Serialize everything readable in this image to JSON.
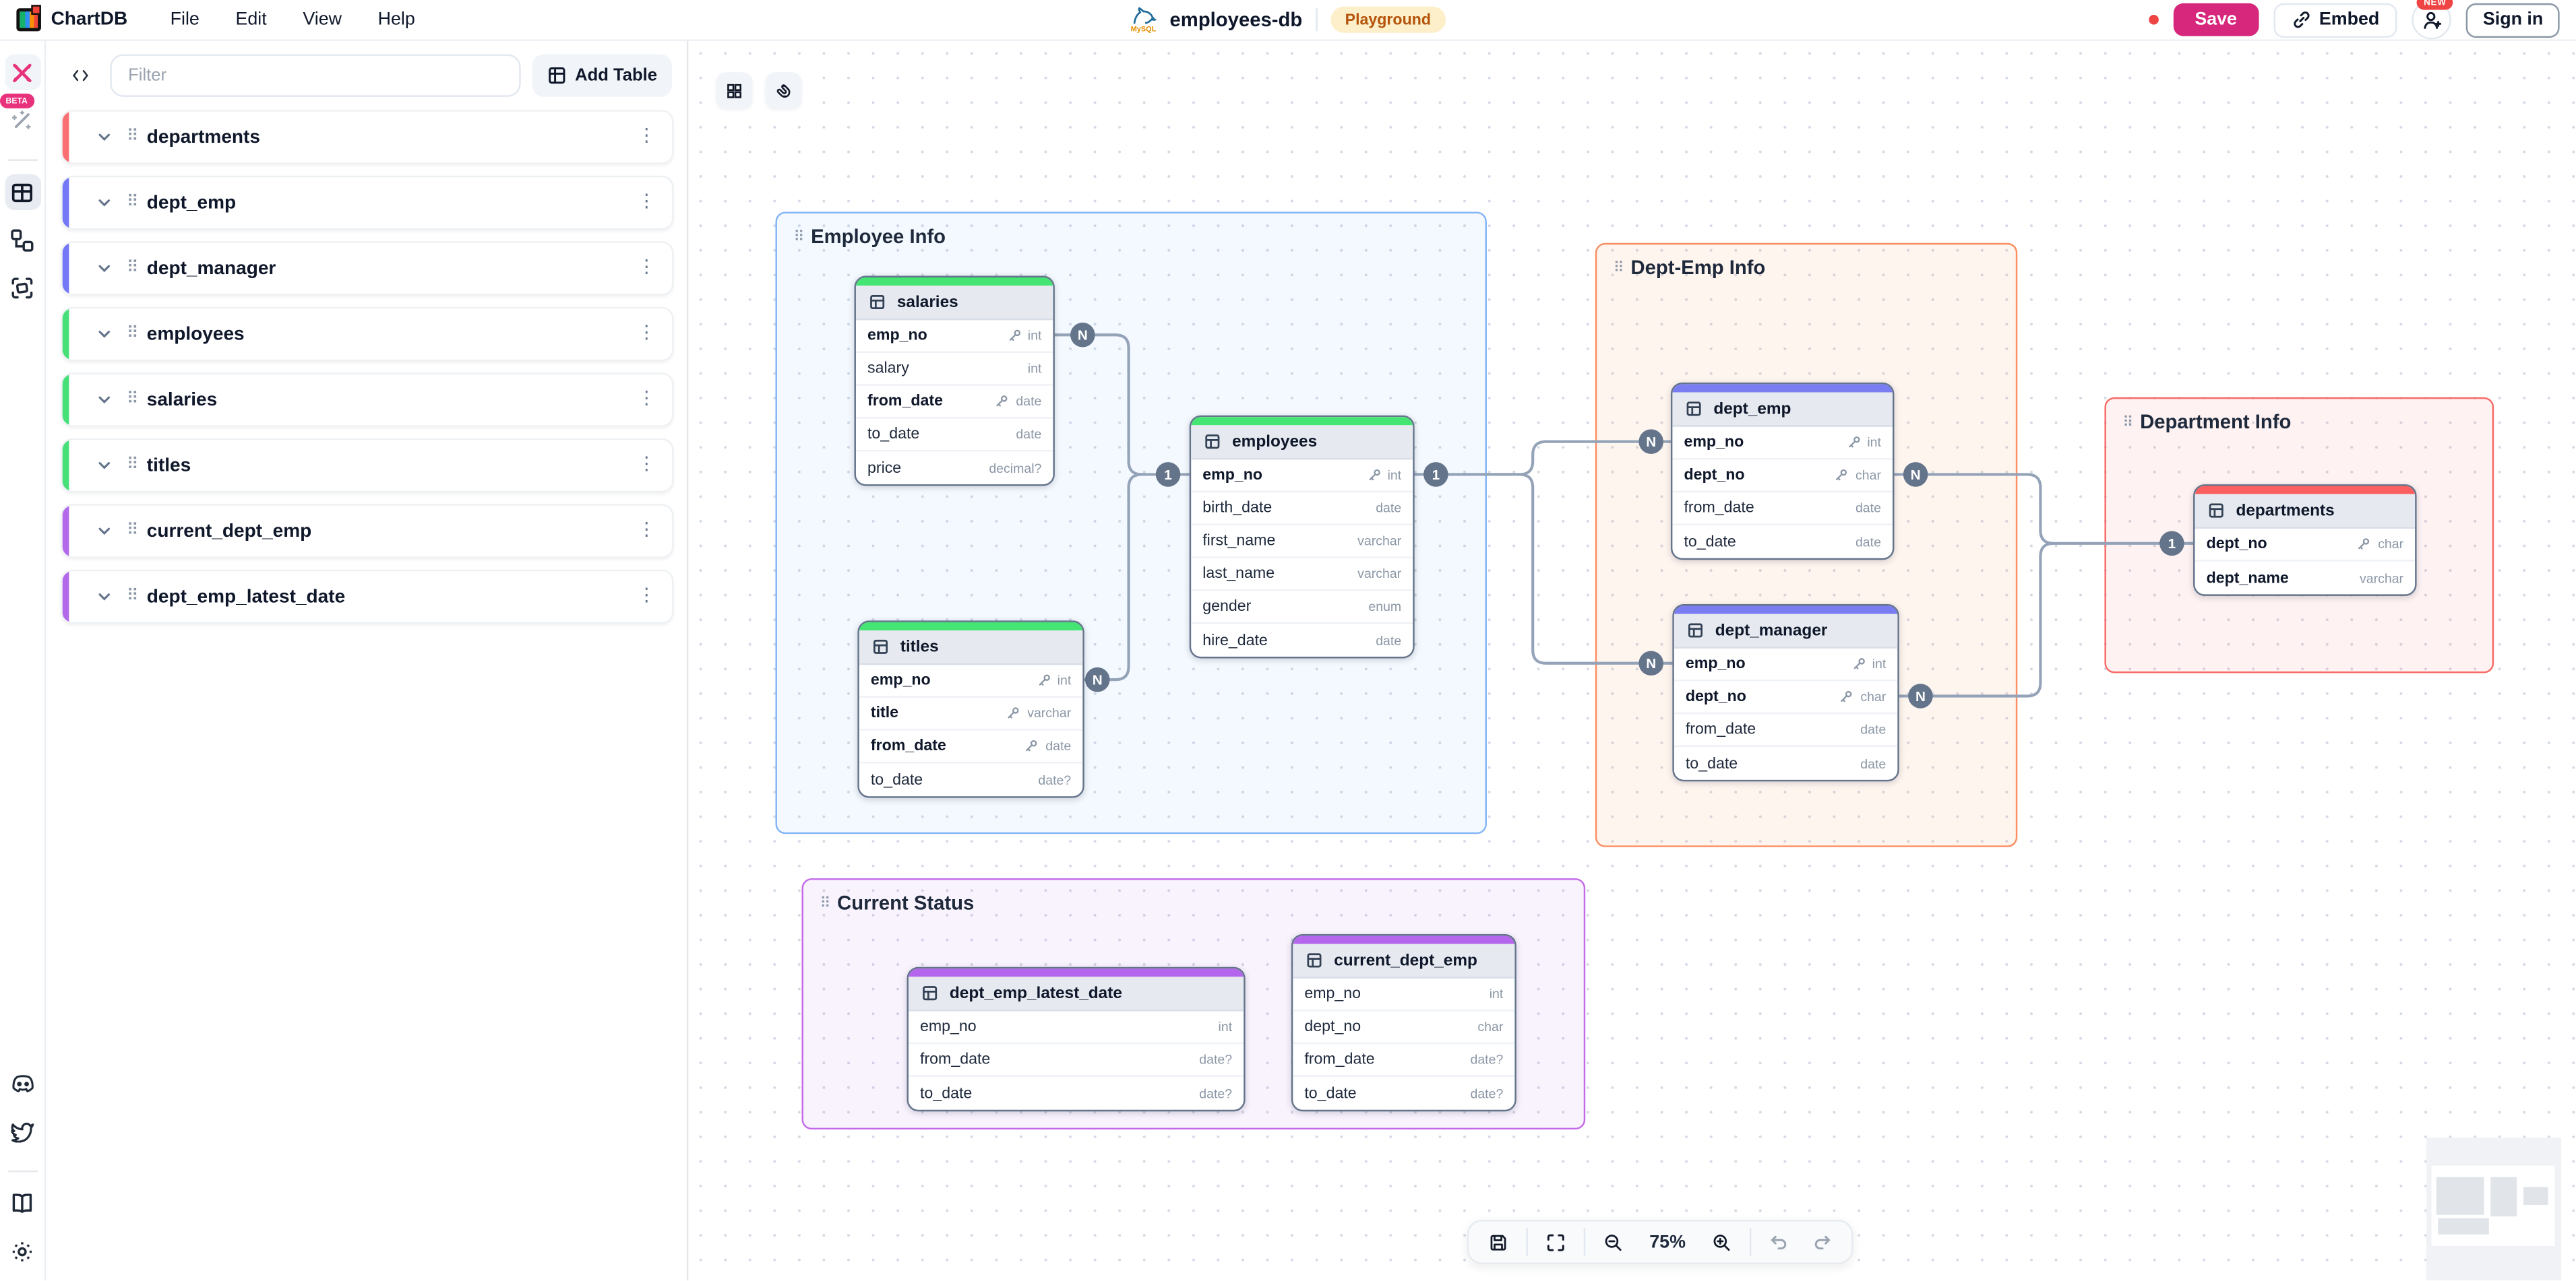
{
  "topbar": {
    "app_name": "ChartDB",
    "menus": [
      "File",
      "Edit",
      "View",
      "Help"
    ],
    "db_logo_text": "MySQL",
    "diagram_name": "employees-db",
    "environment_badge": "Playground",
    "save_label": "Save",
    "embed_label": "Embed",
    "new_badge": "NEW",
    "sign_in_label": "Sign in"
  },
  "sidebar": {
    "beta_badge": "BETA",
    "filter_placeholder": "Filter",
    "add_table_label": "Add Table",
    "tables": [
      {
        "name": "departments",
        "accent": "#fb6f72"
      },
      {
        "name": "dept_emp",
        "accent": "#7578f6"
      },
      {
        "name": "dept_manager",
        "accent": "#7578f6"
      },
      {
        "name": "employees",
        "accent": "#47df77"
      },
      {
        "name": "salaries",
        "accent": "#47df77"
      },
      {
        "name": "titles",
        "accent": "#47df77"
      },
      {
        "name": "current_dept_emp",
        "accent": "#b269ea"
      },
      {
        "name": "dept_emp_latest_date",
        "accent": "#b269ea"
      }
    ]
  },
  "canvas": {
    "cardinality": {
      "one": "1",
      "many": "N"
    },
    "areas": [
      {
        "name": "Employee Info",
        "border": "#82b4f7",
        "fill": "rgba(96,165,250,0.07)"
      },
      {
        "name": "Dept-Emp Info",
        "border": "#fb8e62",
        "fill": "rgba(249,115,22,0.07)"
      },
      {
        "name": "Department Info",
        "border": "#f86a66",
        "fill": "rgba(239,68,68,0.07)"
      },
      {
        "name": "Current Status",
        "border": "#c36ae8",
        "fill": "rgba(168,85,247,0.07)"
      }
    ],
    "tables": [
      {
        "id": "salaries",
        "name": "salaries",
        "color": "#45e574",
        "columns": [
          {
            "name": "emp_no",
            "type": "int",
            "key": true,
            "strong": true
          },
          {
            "name": "salary",
            "type": "int"
          },
          {
            "name": "from_date",
            "type": "date",
            "key": true,
            "strong": true
          },
          {
            "name": "to_date",
            "type": "date"
          },
          {
            "name": "price",
            "type": "decimal?"
          }
        ]
      },
      {
        "id": "employees",
        "name": "employees",
        "color": "#45e574",
        "columns": [
          {
            "name": "emp_no",
            "type": "int",
            "key": true,
            "strong": true
          },
          {
            "name": "birth_date",
            "type": "date"
          },
          {
            "name": "first_name",
            "type": "varchar"
          },
          {
            "name": "last_name",
            "type": "varchar"
          },
          {
            "name": "gender",
            "type": "enum"
          },
          {
            "name": "hire_date",
            "type": "date"
          }
        ]
      },
      {
        "id": "titles",
        "name": "titles",
        "color": "#45e574",
        "columns": [
          {
            "name": "emp_no",
            "type": "int",
            "key": true,
            "strong": true
          },
          {
            "name": "title",
            "type": "varchar",
            "key": true,
            "strong": true
          },
          {
            "name": "from_date",
            "type": "date",
            "key": true,
            "strong": true
          },
          {
            "name": "to_date",
            "type": "date?"
          }
        ]
      },
      {
        "id": "dept_emp",
        "name": "dept_emp",
        "color": "#7a7df2",
        "columns": [
          {
            "name": "emp_no",
            "type": "int",
            "key": true,
            "strong": true
          },
          {
            "name": "dept_no",
            "type": "char",
            "key": true,
            "strong": true
          },
          {
            "name": "from_date",
            "type": "date"
          },
          {
            "name": "to_date",
            "type": "date"
          }
        ]
      },
      {
        "id": "dept_manager",
        "name": "dept_manager",
        "color": "#7a7df2",
        "columns": [
          {
            "name": "emp_no",
            "type": "int",
            "key": true,
            "strong": true
          },
          {
            "name": "dept_no",
            "type": "char",
            "key": true,
            "strong": true
          },
          {
            "name": "from_date",
            "type": "date"
          },
          {
            "name": "to_date",
            "type": "date"
          }
        ]
      },
      {
        "id": "departments",
        "name": "departments",
        "color": "#fb5f5f",
        "columns": [
          {
            "name": "dept_no",
            "type": "char",
            "key": true,
            "strong": true
          },
          {
            "name": "dept_name",
            "type": "varchar",
            "strong": true
          }
        ]
      },
      {
        "id": "dept_emp_latest_date",
        "name": "dept_emp_latest_date",
        "color": "#b467ec",
        "columns": [
          {
            "name": "emp_no",
            "type": "int"
          },
          {
            "name": "from_date",
            "type": "date?"
          },
          {
            "name": "to_date",
            "type": "date?"
          }
        ]
      },
      {
        "id": "current_dept_emp",
        "name": "current_dept_emp",
        "color": "#b467ec",
        "columns": [
          {
            "name": "emp_no",
            "type": "int"
          },
          {
            "name": "dept_no",
            "type": "char"
          },
          {
            "name": "from_date",
            "type": "date?"
          },
          {
            "name": "to_date",
            "type": "date?"
          }
        ]
      }
    ],
    "relationships": [
      {
        "from": "salaries.emp_no",
        "from_card": "N",
        "to": "employees.emp_no",
        "to_card": "1"
      },
      {
        "from": "titles.emp_no",
        "from_card": "N",
        "to": "employees.emp_no",
        "to_card": "1"
      },
      {
        "from": "dept_emp.emp_no",
        "from_card": "N",
        "to": "employees.emp_no",
        "to_card": "1"
      },
      {
        "from": "dept_manager.emp_no",
        "from_card": "N",
        "to": "employees.emp_no",
        "to_card": "1"
      },
      {
        "from": "dept_emp.dept_no",
        "from_card": "N",
        "to": "departments.dept_no",
        "to_card": "1"
      },
      {
        "from": "dept_manager.dept_no",
        "from_card": "N",
        "to": "departments.dept_no",
        "to_card": "1"
      }
    ]
  },
  "toolbar": {
    "zoom": "75%"
  }
}
